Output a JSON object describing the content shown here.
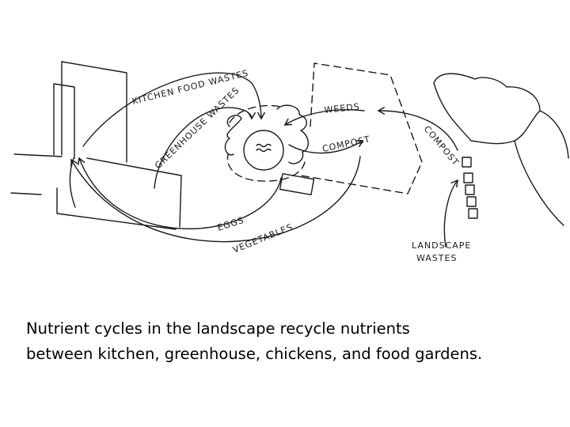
{
  "diagram": {
    "labels": {
      "kitchen_food_wastes": "KITCHEN FOOD WASTES",
      "greenhouse_wastes": "GREENHOUSE WASTES",
      "weeds": "WEEDS",
      "compost_pond": "COMPOST",
      "compost_bins": "COMPOST",
      "eggs": "EGGS",
      "vegetables": "VEGETABLES",
      "landscape_wastes_1": "LANDSCAPE",
      "landscape_wastes_2": "WASTES"
    }
  },
  "caption": {
    "line1": "Nutrient cycles in the landscape recycle nutrients",
    "line2": "between kitchen, greenhouse, chickens, and food gardens."
  }
}
